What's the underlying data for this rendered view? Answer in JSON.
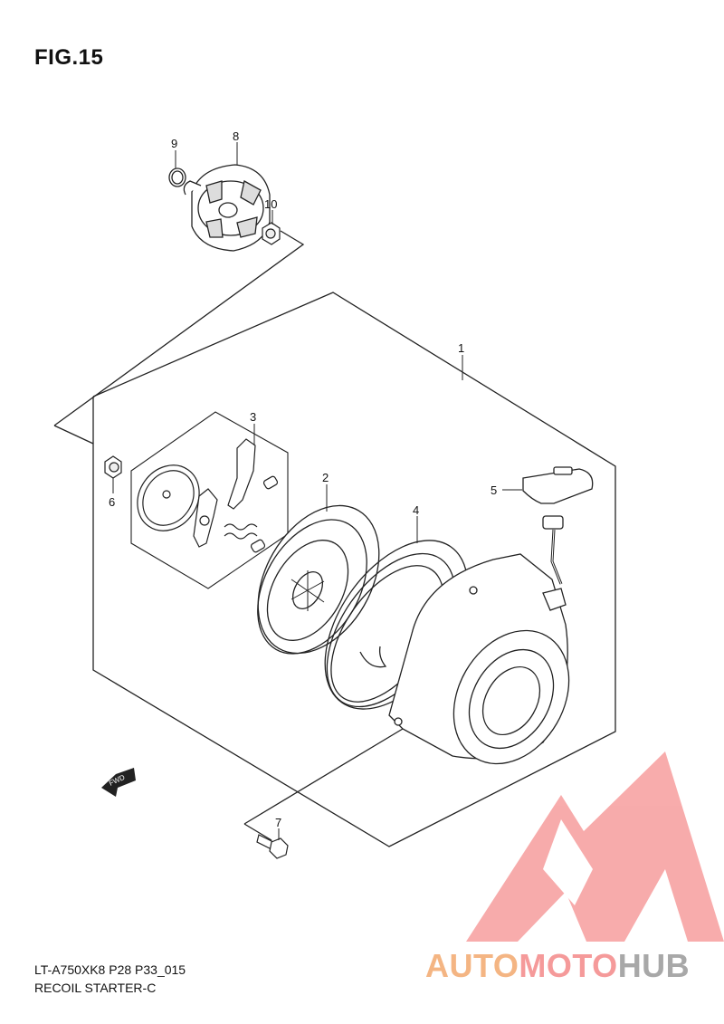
{
  "figure": {
    "title": "FIG.15"
  },
  "footer": {
    "code": "LT-A750XK8 P28 P33_015",
    "name": "RECOIL STARTER-C"
  },
  "callouts": [
    "1",
    "2",
    "3",
    "4",
    "5",
    "6",
    "7",
    "8",
    "9",
    "10"
  ],
  "fwd_label": "FWD",
  "watermark": {
    "part1": "AUTO",
    "part2": "MOTO",
    "part3": "HUB",
    "colors": [
      "#f4b583",
      "#f59a9a",
      "#a8a8a8"
    ]
  },
  "colors": {
    "line": "#222222",
    "logo": "#f7a3a3"
  }
}
